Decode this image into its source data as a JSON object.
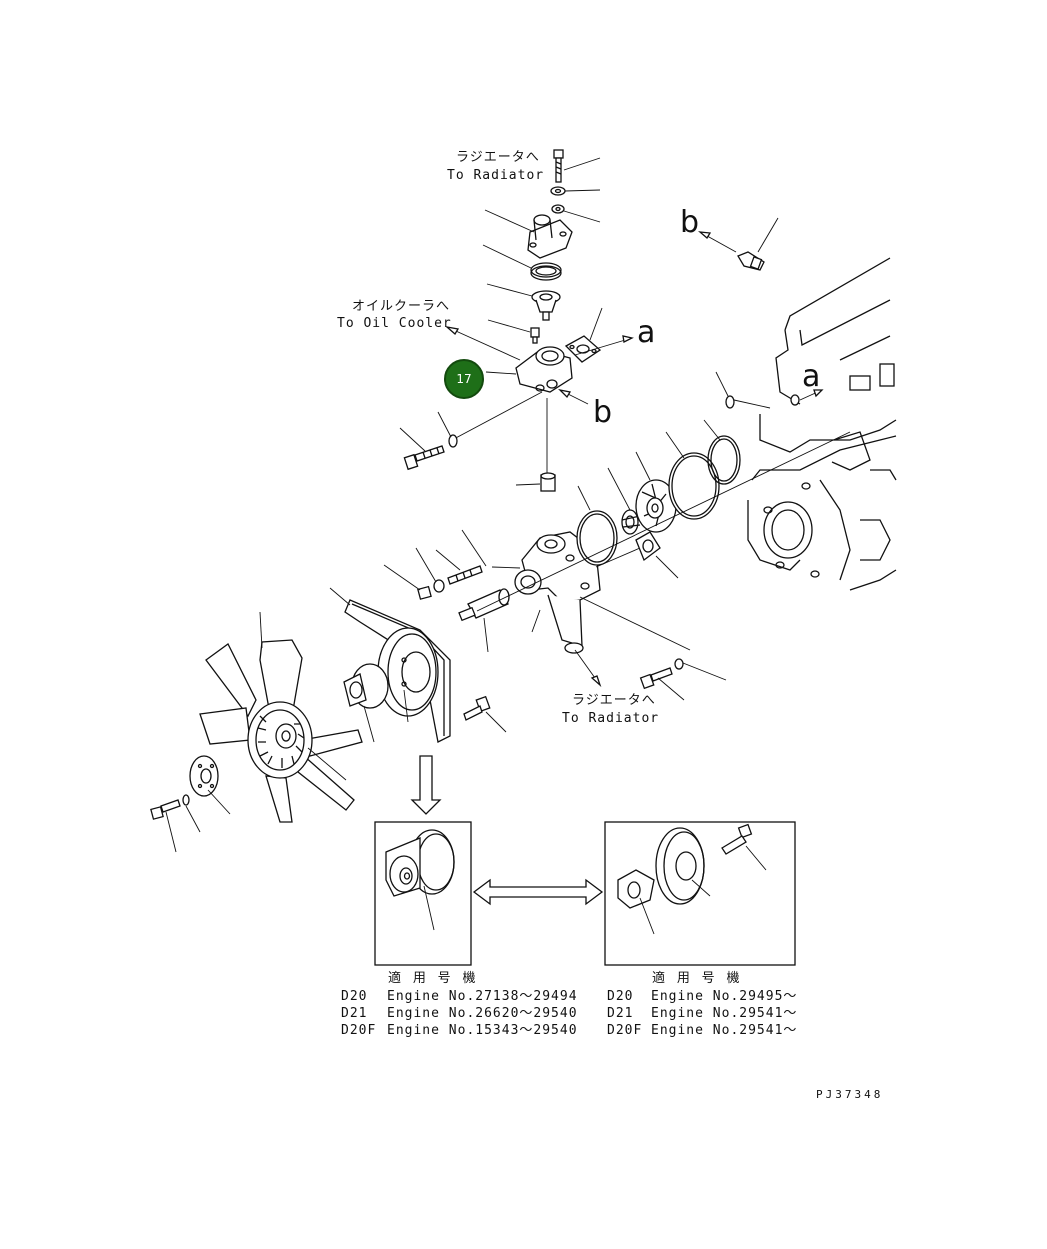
{
  "part_marker": {
    "number": "17",
    "color": "#1e6f18"
  },
  "callouts": {
    "radiator_top_jp": "ラジエータへ",
    "radiator_top_en": "To Radiator",
    "oil_cooler_jp": "オイルクーラへ",
    "oil_cooler_en": "To Oil Cooler",
    "radiator_bottom_jp": "ラジエータへ",
    "radiator_bottom_en": "To Radiator"
  },
  "reference_letters": {
    "a_right": "a",
    "b_below": "b",
    "b_sensor": "b",
    "a_engine": "a"
  },
  "variants": {
    "left": {
      "heading": "適 用 号 機",
      "rows": [
        {
          "model": "D20",
          "range": "Engine No.27138〜29494"
        },
        {
          "model": "D21",
          "range": "Engine No.26620〜29540"
        },
        {
          "model": "D20F",
          "range": "Engine No.15343〜29540"
        }
      ]
    },
    "right": {
      "heading": "適 用 号 機",
      "rows": [
        {
          "model": "D20",
          "range": "Engine No.29495〜"
        },
        {
          "model": "D21",
          "range": "Engine No.29541〜"
        },
        {
          "model": "D20F",
          "range": "Engine No.29541〜"
        }
      ]
    }
  },
  "drawing_id": "PJ37348"
}
